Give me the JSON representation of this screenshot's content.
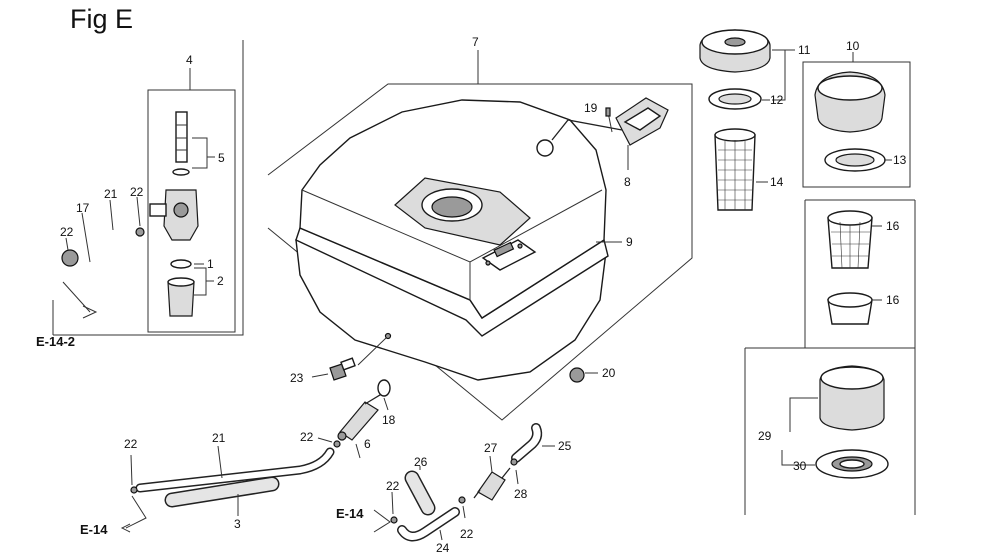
{
  "figure": {
    "title": "Fig E"
  },
  "refs": {
    "e14_2": "E-14-2",
    "e14_a": "E-14",
    "e14_b": "E-14"
  },
  "labels": {
    "p1": "1",
    "p2": "2",
    "p3": "3",
    "p4": "4",
    "p5": "5",
    "p6": "6",
    "p7": "7",
    "p8": "8",
    "p9": "9",
    "p10": "10",
    "p11": "11",
    "p12": "12",
    "p13": "13",
    "p14": "14",
    "p16a": "16",
    "p16b": "16",
    "p17": "17",
    "p18": "18",
    "p19": "19",
    "p20": "20",
    "p21a": "21",
    "p21b": "21",
    "p22a": "22",
    "p22b": "22",
    "p22c": "22",
    "p22d": "22",
    "p22e": "22",
    "p22f": "22",
    "p23": "23",
    "p24": "24",
    "p25": "25",
    "p26": "26",
    "p27": "27",
    "p28": "28",
    "p29": "29",
    "p30": "30"
  }
}
